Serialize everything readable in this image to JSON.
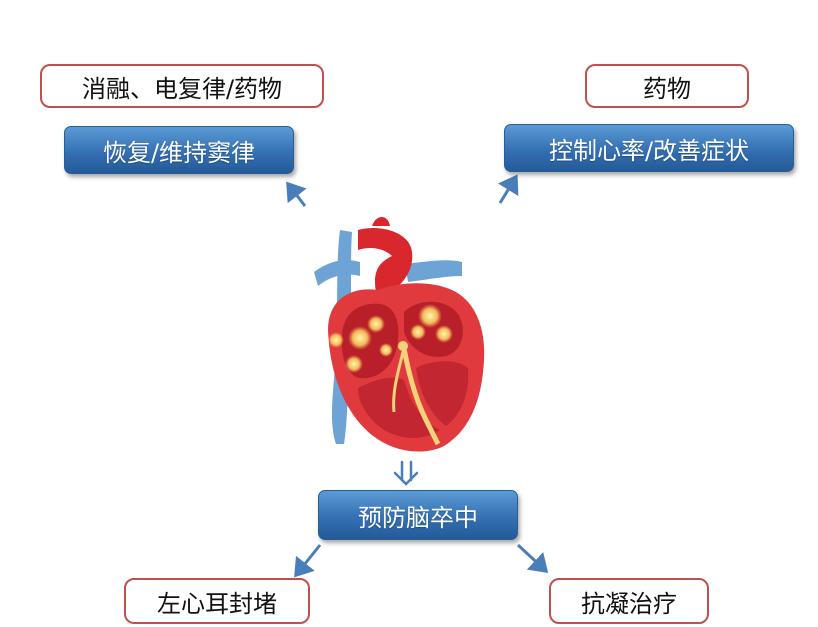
{
  "top_left": {
    "method": "消融、电复律/药物",
    "goal": "恢复/维持窦律"
  },
  "top_right": {
    "method": "药物",
    "goal": "控制心率/改善症状"
  },
  "center": {
    "goal": "预防脑卒中"
  },
  "bottom": {
    "left_method": "左心耳封堵",
    "right_method": "抗凝治疗"
  },
  "colors": {
    "outline_red": "#c0504d",
    "box_blue": "#3470b3",
    "arrow_blue": "#4a7ebb"
  }
}
